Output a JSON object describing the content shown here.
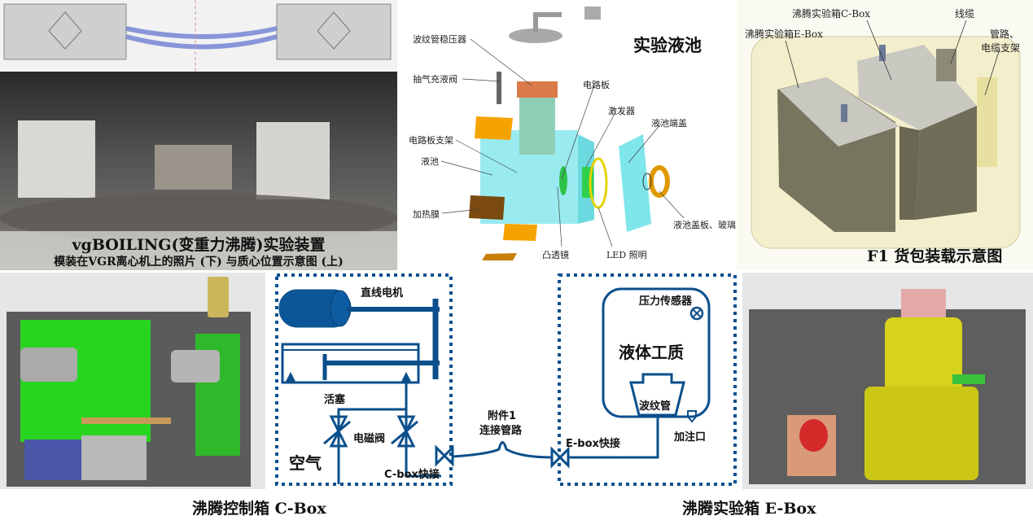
{
  "vgboiling_panel": {
    "title_line1": "vgBOILING(变重力沸腾)实验装置",
    "title_line2": "模装在VGR离心机上的照片 (下) 与质心位置示意图 (上)"
  },
  "cell_panel": {
    "title": "实验液池",
    "labels": [
      "波纹管稳压器",
      "抽气充液阀",
      "电路板支架",
      "液池",
      "加热膜",
      "电路板",
      "激发器",
      "液池端盖",
      "凸透镜",
      "LED 照明",
      "液池盖板、玻璃"
    ]
  },
  "f1_panel": {
    "title": "F1 货包装载示意图",
    "labels": [
      "沸腾实验箱C-Box",
      "沸腾实验箱E-Box",
      "线缆",
      "管路、",
      "电缆支架"
    ]
  },
  "schematic": {
    "motor": "直线电机",
    "piston": "活塞",
    "solenoid_valve": "电磁阀",
    "air": "空气",
    "cbox_connector": "C-box快接",
    "attachment_line1": "附件1",
    "attachment_line2": "连接管路",
    "ebox_connector": "E-box快接",
    "pressure_sensor": "压力传感器",
    "working_fluid": "液体工质",
    "bellows": "波纹管",
    "fill_port": "加注口",
    "color": "#0b4f8c"
  },
  "captions": {
    "cbox": "沸腾控制箱 C-Box",
    "ebox": "沸腾实验箱 E-Box"
  }
}
